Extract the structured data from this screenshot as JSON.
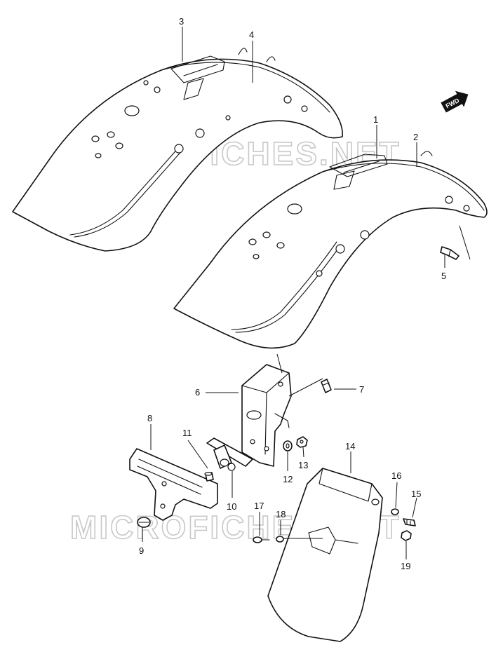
{
  "watermark": "MICROFICHES.NET",
  "direction_label": "FWD",
  "callouts": {
    "p1": "1",
    "p2": "2",
    "p3": "3",
    "p4": "4",
    "p5": "5",
    "p6": "6",
    "p7": "7",
    "p8": "8",
    "p9": "9",
    "p10": "10",
    "p11": "11",
    "p12": "12",
    "p13": "13",
    "p14": "14",
    "p15": "15",
    "p16": "16",
    "p17": "17",
    "p18": "18",
    "p19": "19"
  }
}
